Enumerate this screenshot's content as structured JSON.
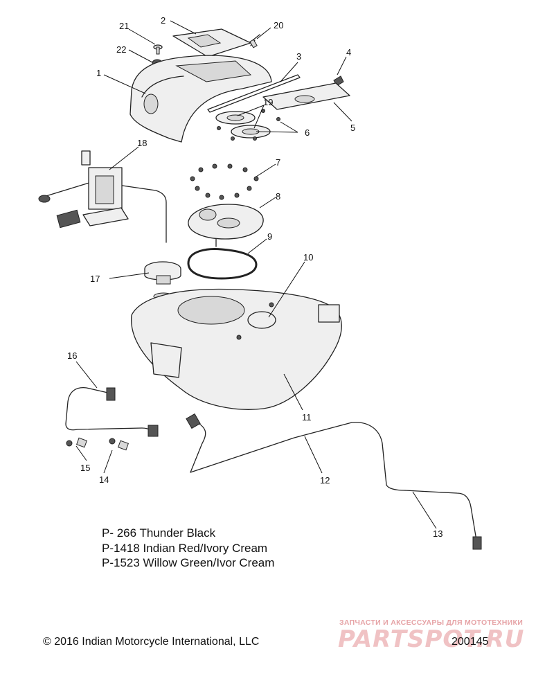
{
  "callouts": [
    "1",
    "2",
    "3",
    "4",
    "5",
    "6",
    "7",
    "8",
    "9",
    "10",
    "11",
    "12",
    "13",
    "14",
    "15",
    "16",
    "17",
    "18",
    "19",
    "20",
    "21",
    "22"
  ],
  "paint_codes": [
    "P- 266 Thunder Black",
    "P-1418 Indian Red/Ivory Cream",
    "P-1523 Willow Green/Ivor Cream"
  ],
  "copyright": "© 2016 Indian Motorcycle International, LLC",
  "drawing_number": "200145",
  "watermark": {
    "tagline": "ЗАПЧАСТИ И АКСЕССУАРЫ ДЛЯ МОТОТЕХНИКИ",
    "logo": "PARTSPOT.RU"
  }
}
